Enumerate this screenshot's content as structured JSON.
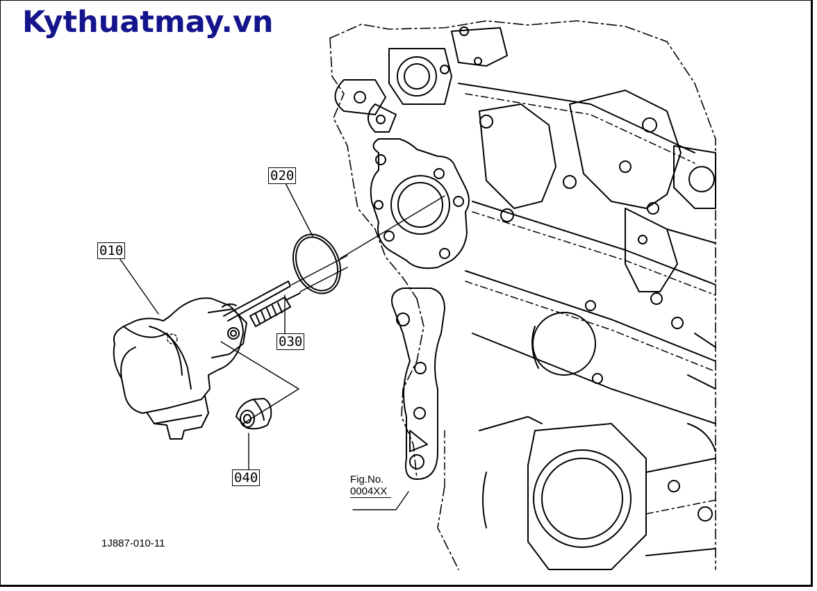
{
  "brand": {
    "text": "Kythuatmay.vn",
    "color": "#14148c"
  },
  "callouts": [
    {
      "id": "010",
      "label": "010"
    },
    {
      "id": "020",
      "label": "020"
    },
    {
      "id": "030",
      "label": "030"
    },
    {
      "id": "040",
      "label": "040"
    }
  ],
  "figure_reference": {
    "line1": "Fig.No.",
    "line2": "0004XX"
  },
  "drawing_code": "1J887-010-11",
  "parts": {
    "p010": "pressure-control-valve",
    "p020": "o-ring",
    "p030": "stud-bolt",
    "p040": "nut"
  }
}
